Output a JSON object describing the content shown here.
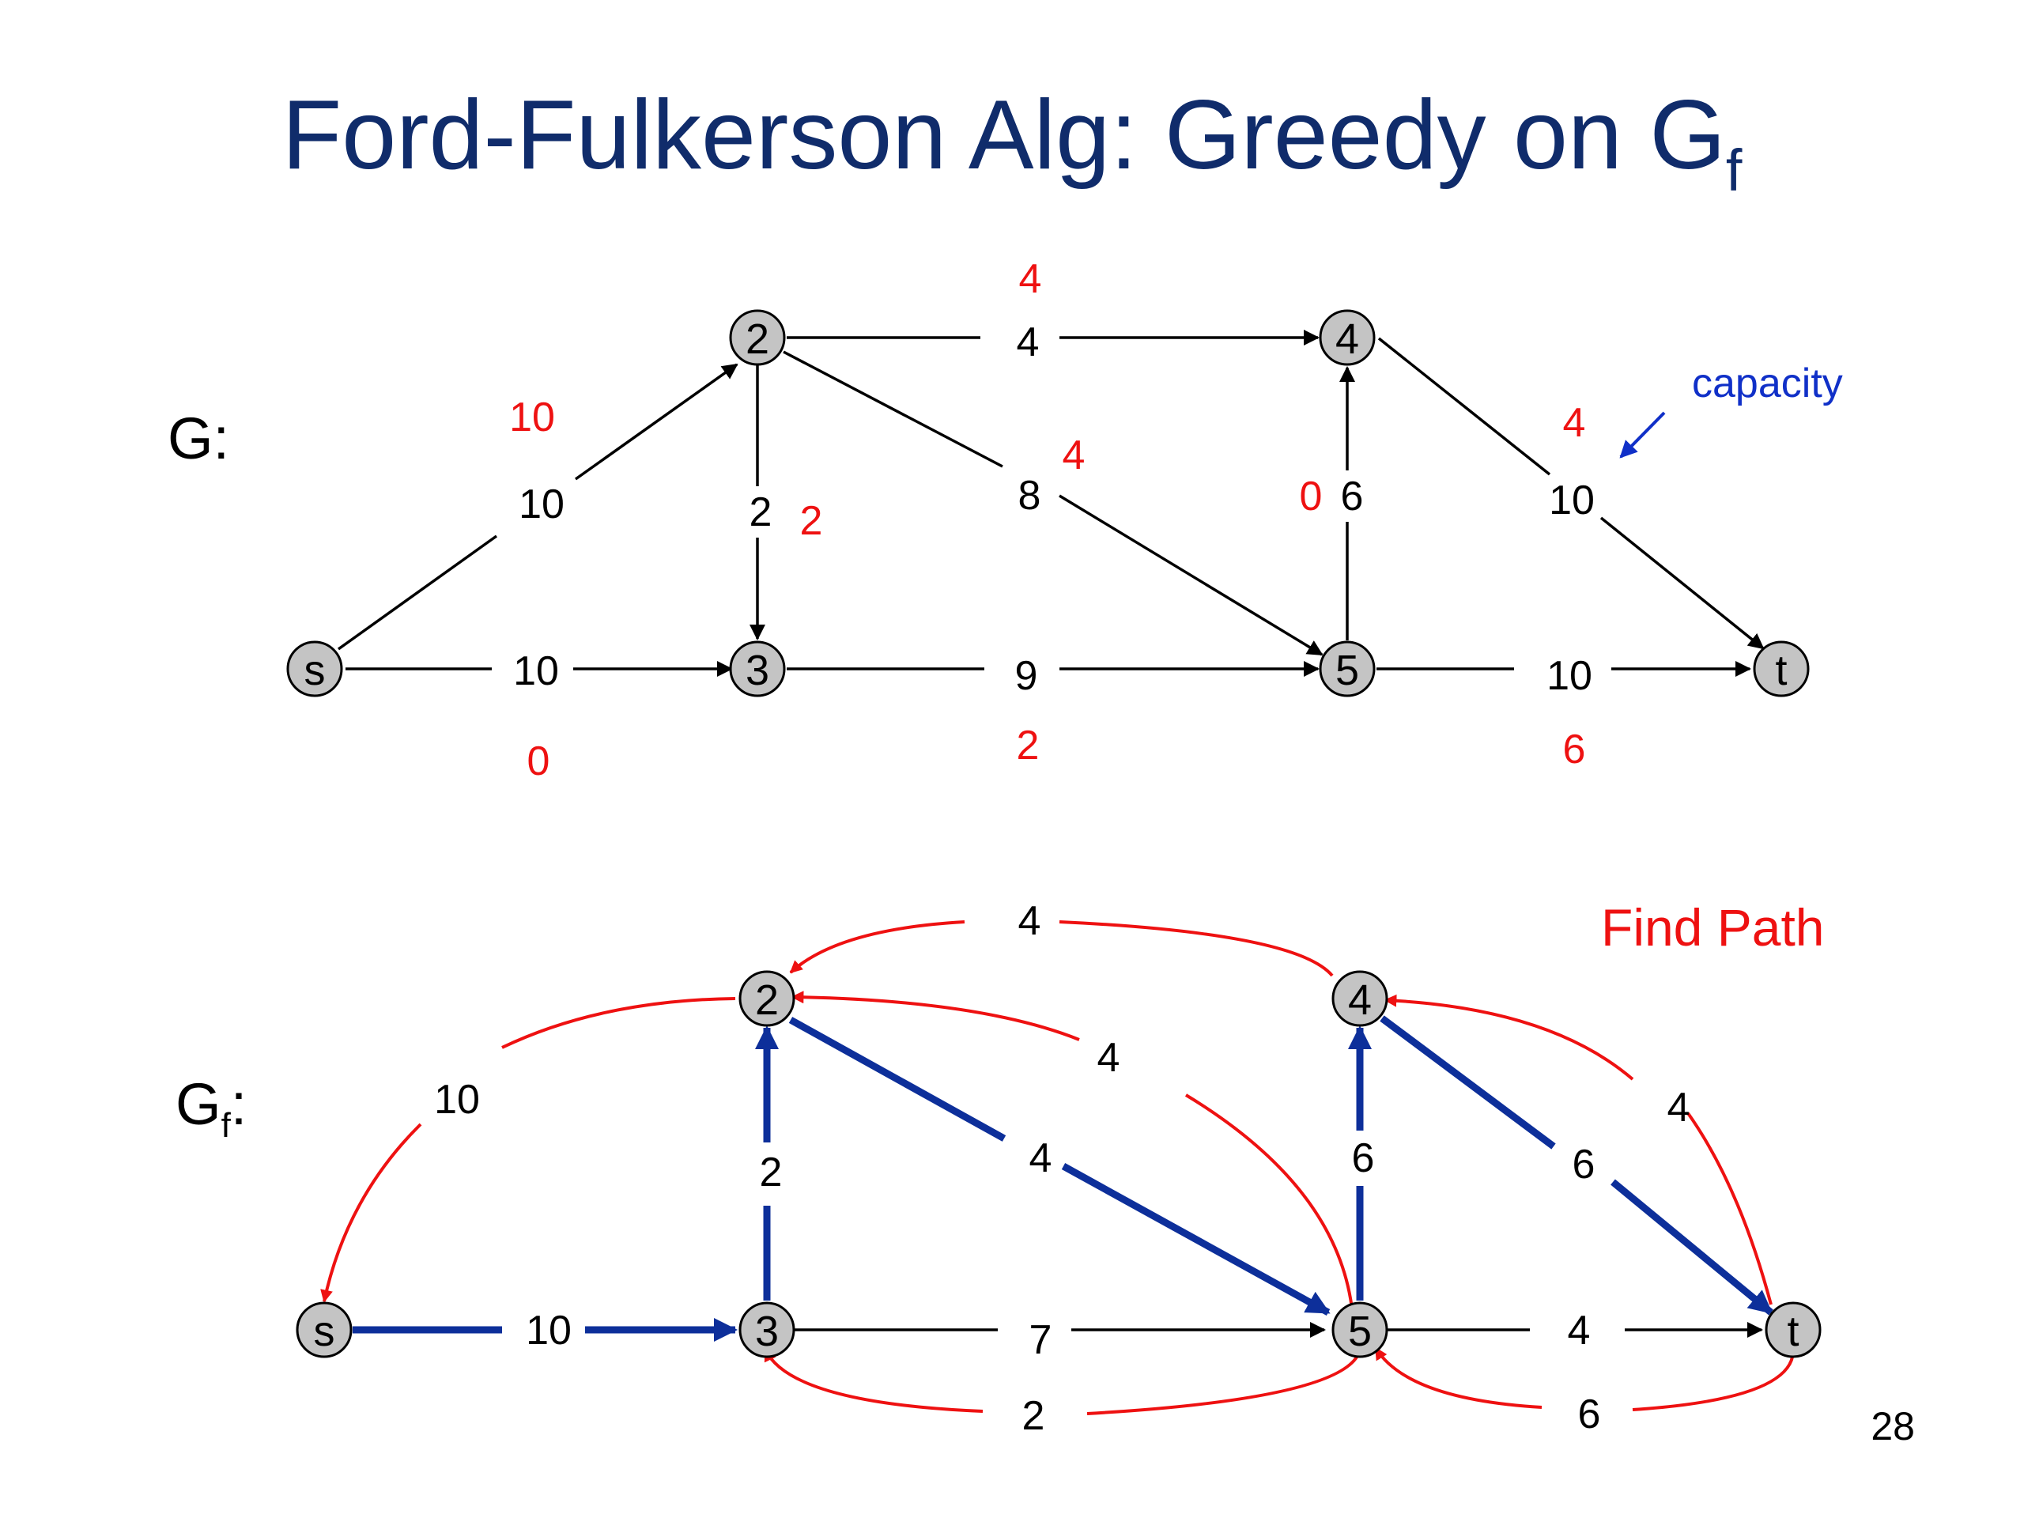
{
  "title": {
    "text": "Ford-Fulkerson Alg: Greedy on G",
    "subscript": "f"
  },
  "graph_g": {
    "label": "G:",
    "nodes": [
      {
        "id": "s",
        "label": "s"
      },
      {
        "id": "2",
        "label": "2"
      },
      {
        "id": "3",
        "label": "3"
      },
      {
        "id": "4",
        "label": "4"
      },
      {
        "id": "5",
        "label": "5"
      },
      {
        "id": "t",
        "label": "t"
      }
    ],
    "edges": [
      {
        "from": "s",
        "to": "2",
        "capacity": "10",
        "flow": "10"
      },
      {
        "from": "s",
        "to": "3",
        "capacity": "10",
        "flow": "0"
      },
      {
        "from": "2",
        "to": "3",
        "capacity": "2",
        "flow": "2"
      },
      {
        "from": "2",
        "to": "4",
        "capacity": "4",
        "flow": "4"
      },
      {
        "from": "2",
        "to": "5",
        "capacity": "8",
        "flow": "4"
      },
      {
        "from": "3",
        "to": "5",
        "capacity": "9",
        "flow": "2"
      },
      {
        "from": "5",
        "to": "4",
        "capacity": "6",
        "flow": "0"
      },
      {
        "from": "4",
        "to": "t",
        "capacity": "10",
        "flow": "4"
      },
      {
        "from": "5",
        "to": "t",
        "capacity": "10",
        "flow": "6"
      }
    ],
    "annotation": "capacity"
  },
  "graph_gf": {
    "label": "G",
    "label_sub": "f",
    "label_suffix": ":",
    "annotation": "Find Path",
    "nodes": [
      {
        "id": "s",
        "label": "s"
      },
      {
        "id": "2",
        "label": "2"
      },
      {
        "id": "3",
        "label": "3"
      },
      {
        "id": "4",
        "label": "4"
      },
      {
        "id": "5",
        "label": "5"
      },
      {
        "id": "t",
        "label": "t"
      }
    ],
    "edges": [
      {
        "from": "s",
        "to": "3",
        "label": "10",
        "kind": "path"
      },
      {
        "from": "3",
        "to": "2",
        "label": "2",
        "kind": "path"
      },
      {
        "from": "2",
        "to": "5",
        "label": "4",
        "kind": "path"
      },
      {
        "from": "5",
        "to": "4",
        "label": "6",
        "kind": "path"
      },
      {
        "from": "4",
        "to": "t",
        "label": "6",
        "kind": "path"
      },
      {
        "from": "3",
        "to": "5",
        "label": "7",
        "kind": "forward"
      },
      {
        "from": "5",
        "to": "t",
        "label": "4",
        "kind": "forward"
      },
      {
        "from": "2",
        "to": "s",
        "label": "10",
        "kind": "reverse"
      },
      {
        "from": "4",
        "to": "2",
        "label": "4",
        "kind": "reverse"
      },
      {
        "from": "5",
        "to": "2",
        "label": "4",
        "kind": "reverse"
      },
      {
        "from": "t",
        "to": "4",
        "label": "4",
        "kind": "reverse"
      },
      {
        "from": "5",
        "to": "3",
        "label": "2",
        "kind": "reverse"
      },
      {
        "from": "t",
        "to": "5",
        "label": "6",
        "kind": "reverse"
      }
    ]
  },
  "colors": {
    "title": "#102c6b",
    "flow": "#ee1111",
    "path": "#0d2f9a",
    "residual": "#ee1111",
    "node_fill": "#c4c4c4",
    "annotation": "#1030c8"
  },
  "page_number": "28"
}
